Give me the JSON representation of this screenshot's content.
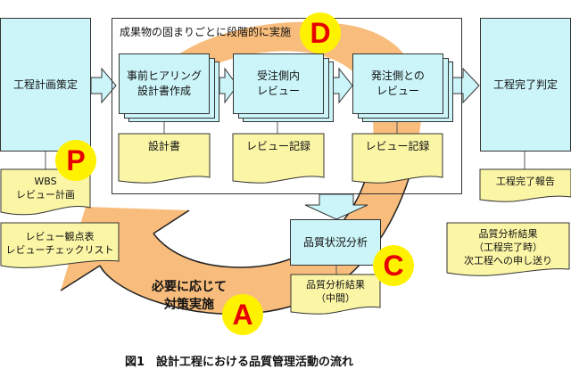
{
  "colors": {
    "process_fill": "#ccf5f9",
    "document_fill": "#fbf5a6",
    "cycle_arrow": "#f8bd7c",
    "badge_fill": "#fff200",
    "badge_text": "#e60000",
    "border": "#333333"
  },
  "frame": {
    "title": "成果物の固まりごとに段階的に実施"
  },
  "processes": {
    "plan": "工程計画策定",
    "step1": "事前ヒアリング\n設計書作成",
    "step2": "受注側内\nレビュー",
    "step3": "発注側との\nレビュー",
    "complete": "工程完了判定",
    "analysis": "品質状況分析"
  },
  "documents": {
    "wbs": "WBS\nレビュー計画",
    "checklist": "レビュー観点表\nレビューチェックリスト",
    "design_doc": "設計書",
    "review_record_1": "レビュー記録",
    "review_record_2": "レビュー記録",
    "completion_report": "工程完了報告",
    "final_result": "品質分析結果\n（工程完了時）\n次工程への申し送り",
    "interim_result": "品質分析結果\n（中間）"
  },
  "cycle": {
    "badges": {
      "p": "P",
      "d": "D",
      "c": "C",
      "a": "A"
    },
    "action_text": "必要に応じて\n対策実施"
  },
  "caption": "図1　設計工程における品質管理活動の流れ"
}
